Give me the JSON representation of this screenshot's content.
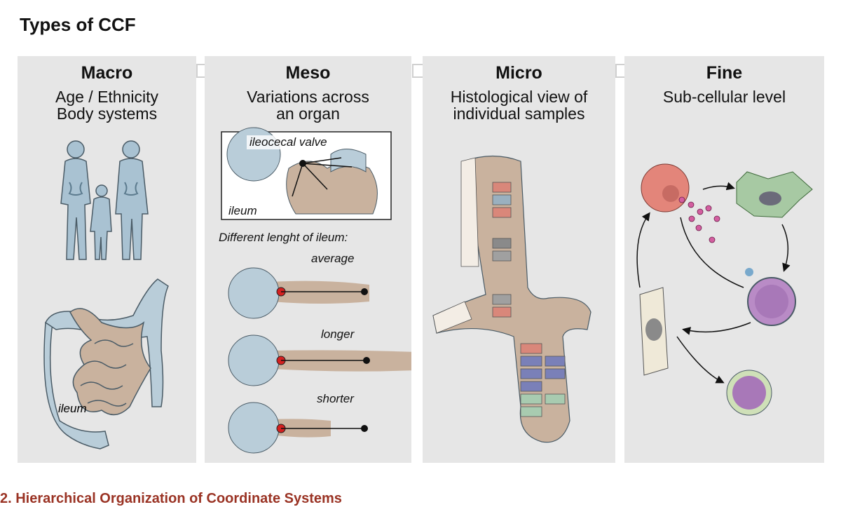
{
  "title": "Types of CCF",
  "caption": "2.  Hierarchical Organization of Coordinate Systems",
  "panels": [
    {
      "heading": "Macro",
      "sub1": "Age / Ethnicity",
      "sub2": "Body systems",
      "label_ileum": "ileum"
    },
    {
      "heading": "Meso",
      "sub1": "Variations across",
      "sub2": "an organ",
      "label_valve": "ileocecal valve",
      "label_ileum": "ileum",
      "label_lengths": "Different lenght of ileum:",
      "label_average": "average",
      "label_longer": "longer",
      "label_shorter": "shorter"
    },
    {
      "heading": "Micro",
      "sub1": "Histological view of",
      "sub2": "individual samples"
    },
    {
      "heading": "Fine",
      "sub1": "Sub-cellular level",
      "sub2": ""
    }
  ],
  "colors": {
    "panel": "#e6e6e6",
    "blue_organ": "#b9cdd9",
    "tan_organ": "#c9b29e",
    "caption": "#9a3324"
  },
  "icons": [
    "human-silhouette-icon",
    "intestine-icon",
    "cell-icon",
    "neuron-icon"
  ]
}
